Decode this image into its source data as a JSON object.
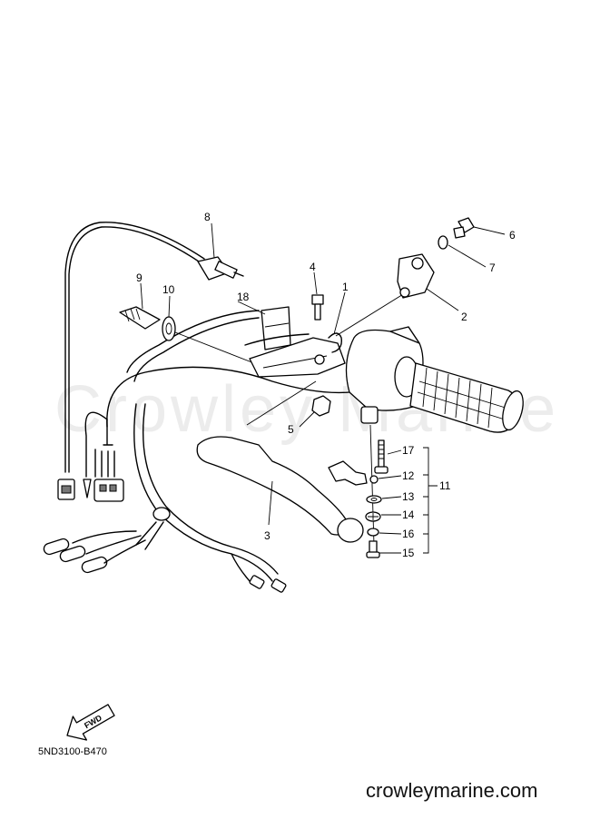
{
  "watermark": "Crowley Marine",
  "diagram_code": "5ND3100-B470",
  "site_url": "crowleymarine.com",
  "fwd_label": "FWD",
  "callouts": {
    "c1": "1",
    "c2": "2",
    "c3": "3",
    "c4": "4",
    "c5": "5",
    "c6": "6",
    "c7": "7",
    "c8": "8",
    "c9": "9",
    "c10": "10",
    "c11": "11",
    "c12": "12",
    "c13": "13",
    "c14": "14",
    "c15": "15",
    "c16": "16",
    "c17": "17",
    "c18": "18"
  }
}
